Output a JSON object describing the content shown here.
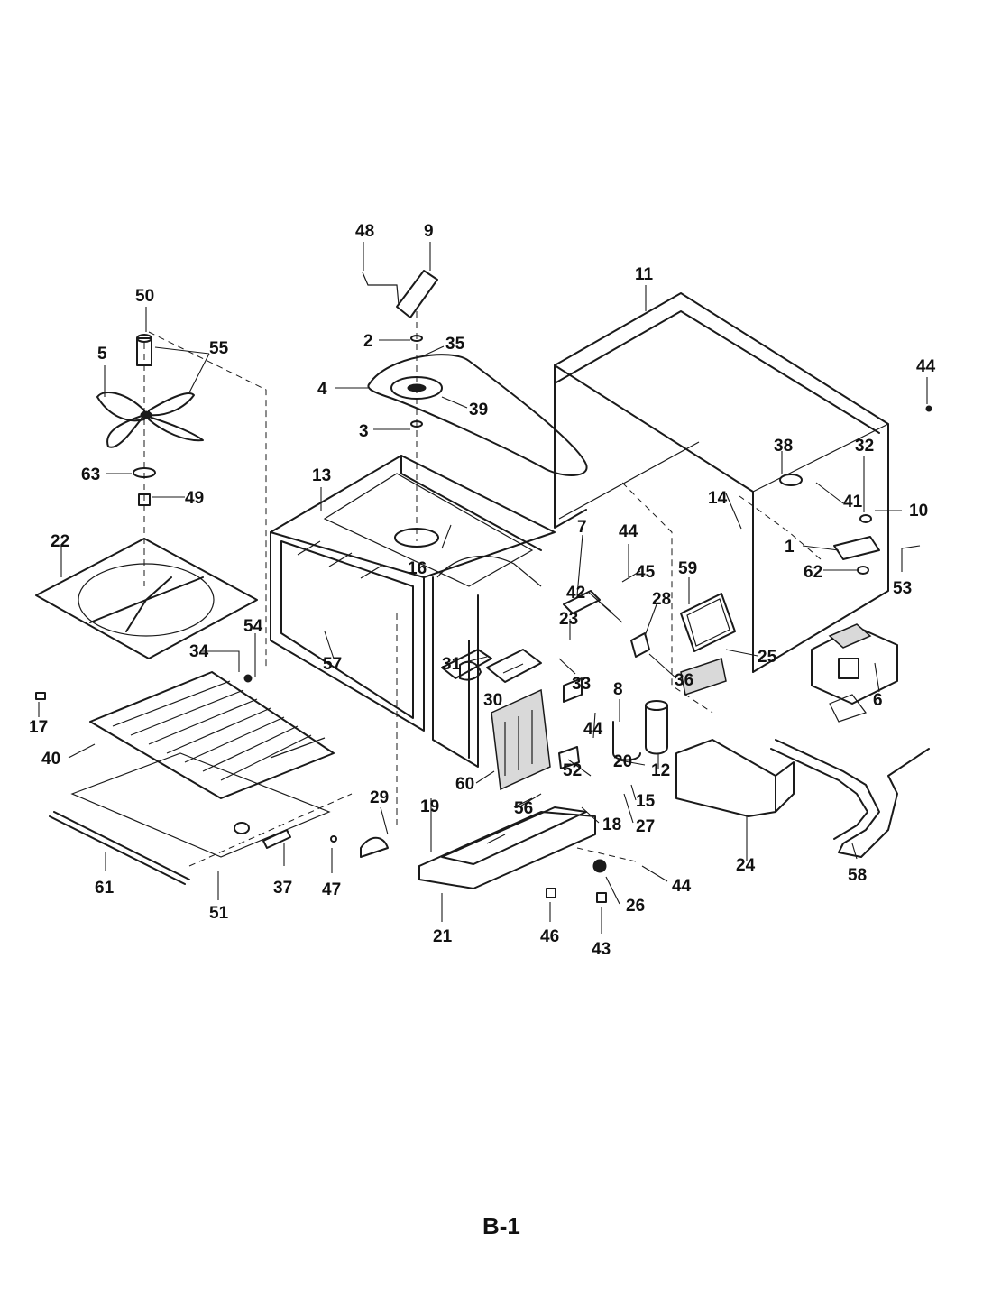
{
  "page": {
    "label": "B-1"
  },
  "parts": [
    {
      "key": "p48",
      "label": "48"
    },
    {
      "key": "p9",
      "label": "9"
    },
    {
      "key": "p11",
      "label": "11"
    },
    {
      "key": "p50",
      "label": "50"
    },
    {
      "key": "p55",
      "label": "55"
    },
    {
      "key": "p5",
      "label": "5"
    },
    {
      "key": "p2",
      "label": "2"
    },
    {
      "key": "p35",
      "label": "35"
    },
    {
      "key": "p4",
      "label": "4"
    },
    {
      "key": "p39",
      "label": "39"
    },
    {
      "key": "p3",
      "label": "3"
    },
    {
      "key": "p44a",
      "label": "44"
    },
    {
      "key": "p63",
      "label": "63"
    },
    {
      "key": "p49",
      "label": "49"
    },
    {
      "key": "p13",
      "label": "13"
    },
    {
      "key": "p38",
      "label": "38"
    },
    {
      "key": "p32",
      "label": "32"
    },
    {
      "key": "p41",
      "label": "41"
    },
    {
      "key": "p10",
      "label": "10"
    },
    {
      "key": "p14",
      "label": "14"
    },
    {
      "key": "p22",
      "label": "22"
    },
    {
      "key": "p7",
      "label": "7"
    },
    {
      "key": "p44b",
      "label": "44"
    },
    {
      "key": "p59",
      "label": "59"
    },
    {
      "key": "p1",
      "label": "1"
    },
    {
      "key": "p16",
      "label": "16"
    },
    {
      "key": "p45",
      "label": "45"
    },
    {
      "key": "p42",
      "label": "42"
    },
    {
      "key": "p62",
      "label": "62"
    },
    {
      "key": "p53",
      "label": "53"
    },
    {
      "key": "p28",
      "label": "28"
    },
    {
      "key": "p54",
      "label": "54"
    },
    {
      "key": "p23",
      "label": "23"
    },
    {
      "key": "p57",
      "label": "57"
    },
    {
      "key": "p25",
      "label": "25"
    },
    {
      "key": "p34",
      "label": "34"
    },
    {
      "key": "p31",
      "label": "31"
    },
    {
      "key": "p36",
      "label": "36"
    },
    {
      "key": "p6",
      "label": "6"
    },
    {
      "key": "p17",
      "label": "17"
    },
    {
      "key": "p8",
      "label": "8"
    },
    {
      "key": "p33",
      "label": "33"
    },
    {
      "key": "p30",
      "label": "30"
    },
    {
      "key": "p40",
      "label": "40"
    },
    {
      "key": "p44c",
      "label": "44"
    },
    {
      "key": "p52",
      "label": "52"
    },
    {
      "key": "p12",
      "label": "12"
    },
    {
      "key": "p20",
      "label": "20"
    },
    {
      "key": "p60",
      "label": "60"
    },
    {
      "key": "p15",
      "label": "15"
    },
    {
      "key": "p29",
      "label": "29"
    },
    {
      "key": "p19",
      "label": "19"
    },
    {
      "key": "p56",
      "label": "56"
    },
    {
      "key": "p18",
      "label": "18"
    },
    {
      "key": "p27",
      "label": "27"
    },
    {
      "key": "p24",
      "label": "24"
    },
    {
      "key": "p44d",
      "label": "44"
    },
    {
      "key": "p37",
      "label": "37"
    },
    {
      "key": "p47",
      "label": "47"
    },
    {
      "key": "p26",
      "label": "26"
    },
    {
      "key": "p58",
      "label": "58"
    },
    {
      "key": "p61",
      "label": "61"
    },
    {
      "key": "p51",
      "label": "51"
    },
    {
      "key": "p21",
      "label": "21"
    },
    {
      "key": "p46",
      "label": "46"
    },
    {
      "key": "p43",
      "label": "43"
    }
  ]
}
